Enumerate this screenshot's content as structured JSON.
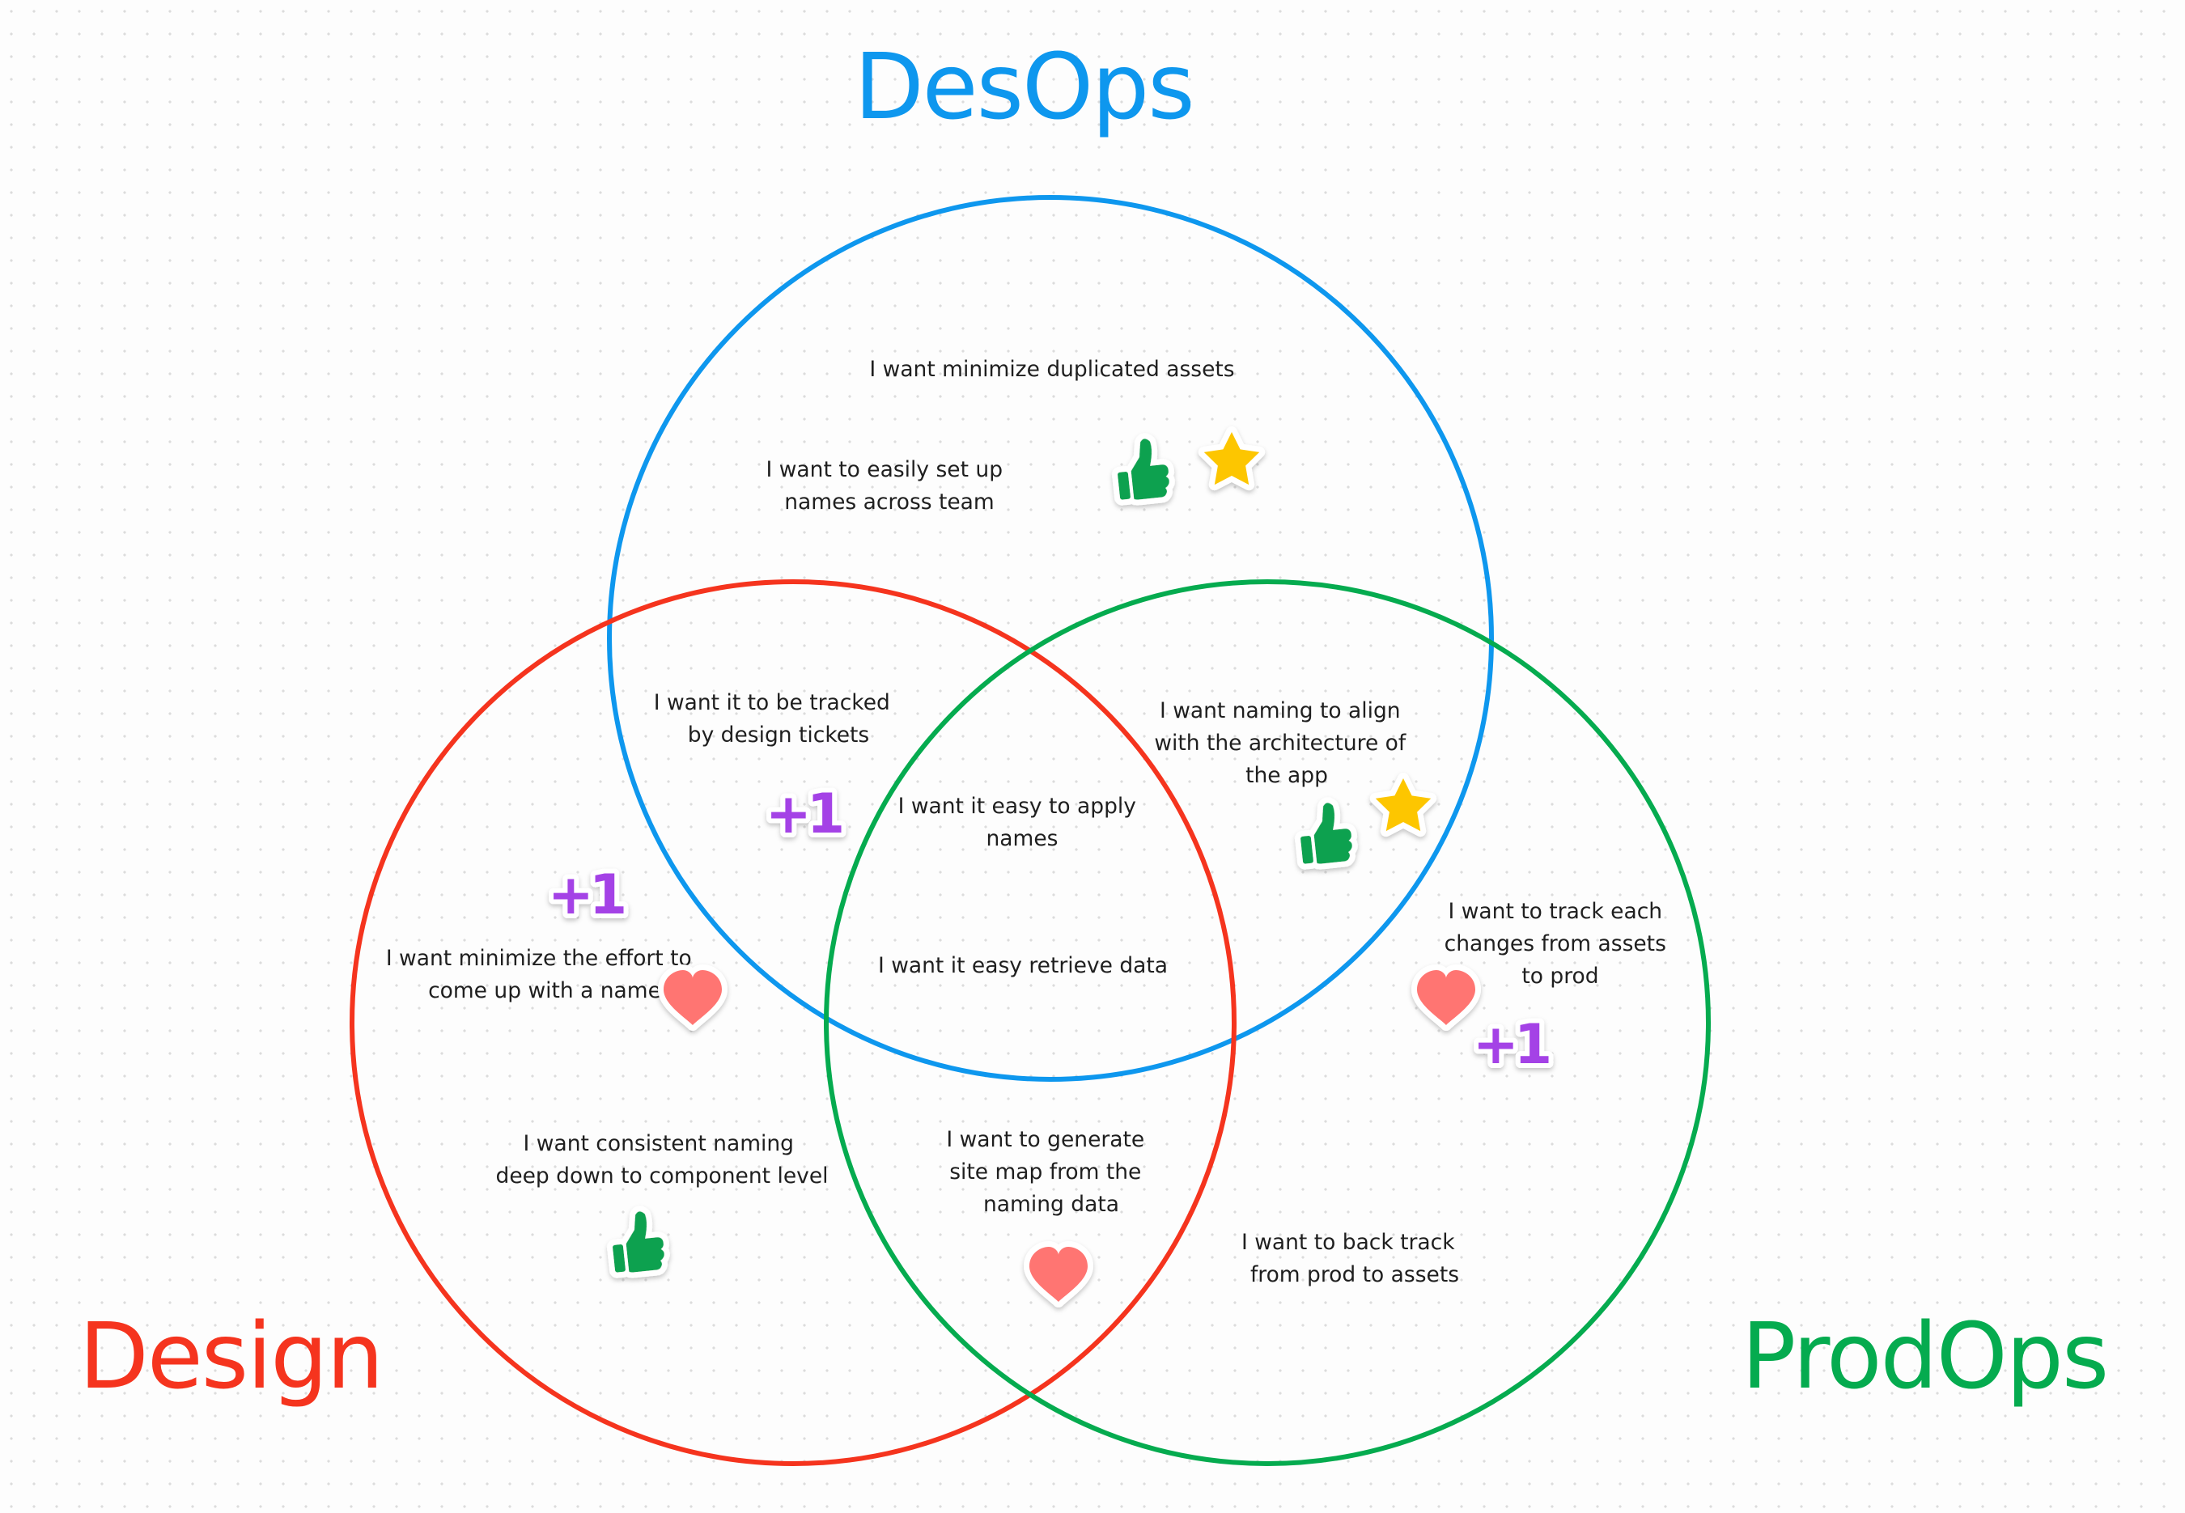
{
  "sets": {
    "desops": {
      "label": "DesOps",
      "color": "#0e97ee"
    },
    "design": {
      "label": "Design",
      "color": "#f5341e"
    },
    "prodops": {
      "label": "ProdOps",
      "color": "#05ab4f"
    }
  },
  "notes": {
    "desops_1": [
      "I want minimize duplicated assets"
    ],
    "desops_2": [
      "I want to easily set up",
      "names across team"
    ],
    "design_desops": [
      "I want it to be tracked",
      "by design tickets"
    ],
    "desops_prodops": [
      "I want naming to align",
      "with the architecture of",
      "the app"
    ],
    "center_1": [
      "I want it easy to apply",
      "names"
    ],
    "center_2": [
      "I want it easy retrieve data"
    ],
    "design_1": [
      "I want minimize the effort to",
      "come up with a name"
    ],
    "design_2": [
      "I want consistent naming",
      "deep down to component level"
    ],
    "design_prodops": [
      "I want to generate",
      "site map from the",
      "naming data"
    ],
    "prodops_1": [
      "I want to track each",
      "changes from assets",
      "to prod"
    ],
    "prodops_2": [
      "I want to back track",
      "from prod to assets"
    ]
  },
  "reactions": {
    "plus_one_label": "+1",
    "thumb_color": "#07a150",
    "star_color": "#fdc600",
    "heart_color": "#ff7472",
    "plus_one_color": "#a443e6",
    "items": [
      {
        "kind": "thumbs-up"
      },
      {
        "kind": "star"
      },
      {
        "kind": "plus-one"
      },
      {
        "kind": "thumbs-up"
      },
      {
        "kind": "star"
      },
      {
        "kind": "plus-one"
      },
      {
        "kind": "heart"
      },
      {
        "kind": "heart"
      },
      {
        "kind": "plus-one"
      },
      {
        "kind": "thumbs-up"
      },
      {
        "kind": "heart"
      }
    ]
  }
}
